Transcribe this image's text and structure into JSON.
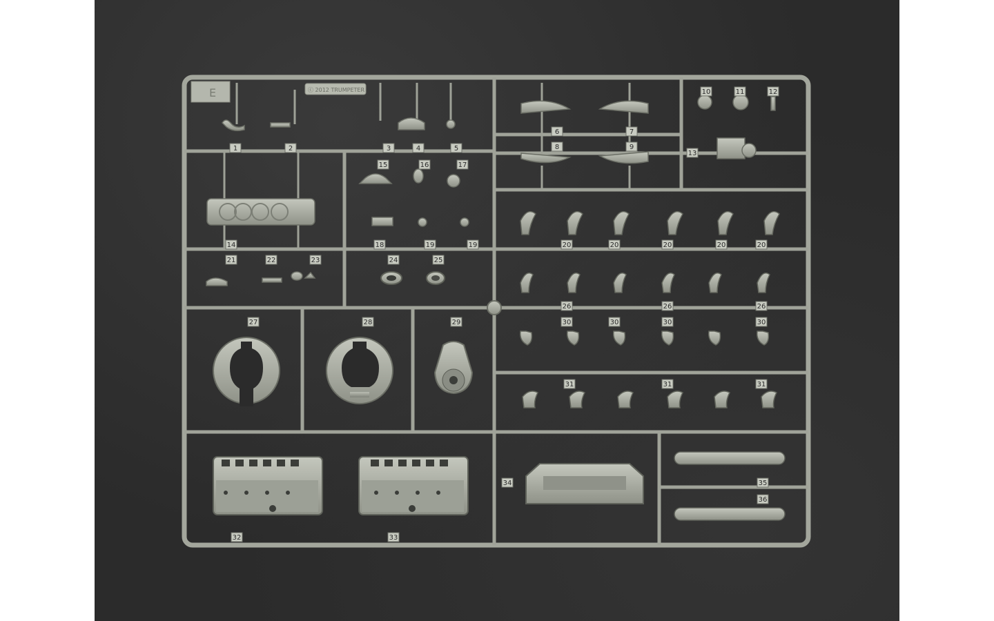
{
  "photo": {
    "subject": "sprue-frame",
    "background_color": "#2b2b2b",
    "plastic_color": "#a9aca2",
    "plastic_shadow": "#6f726a"
  },
  "frame": {
    "corner_tag": "E",
    "brand_plate": "ⓒ 2012 TRUMPETER"
  },
  "part_numbers": [
    "1",
    "2",
    "3",
    "4",
    "5",
    "6",
    "7",
    "8",
    "9",
    "10",
    "11",
    "12",
    "13",
    "14",
    "15",
    "16",
    "17",
    "18",
    "19",
    "19",
    "20",
    "20",
    "20",
    "20",
    "20",
    "21",
    "22",
    "23",
    "24",
    "25",
    "26",
    "26",
    "26",
    "27",
    "28",
    "29",
    "30",
    "30",
    "30",
    "30",
    "31",
    "31",
    "31",
    "32",
    "33",
    "34",
    "35",
    "36"
  ]
}
